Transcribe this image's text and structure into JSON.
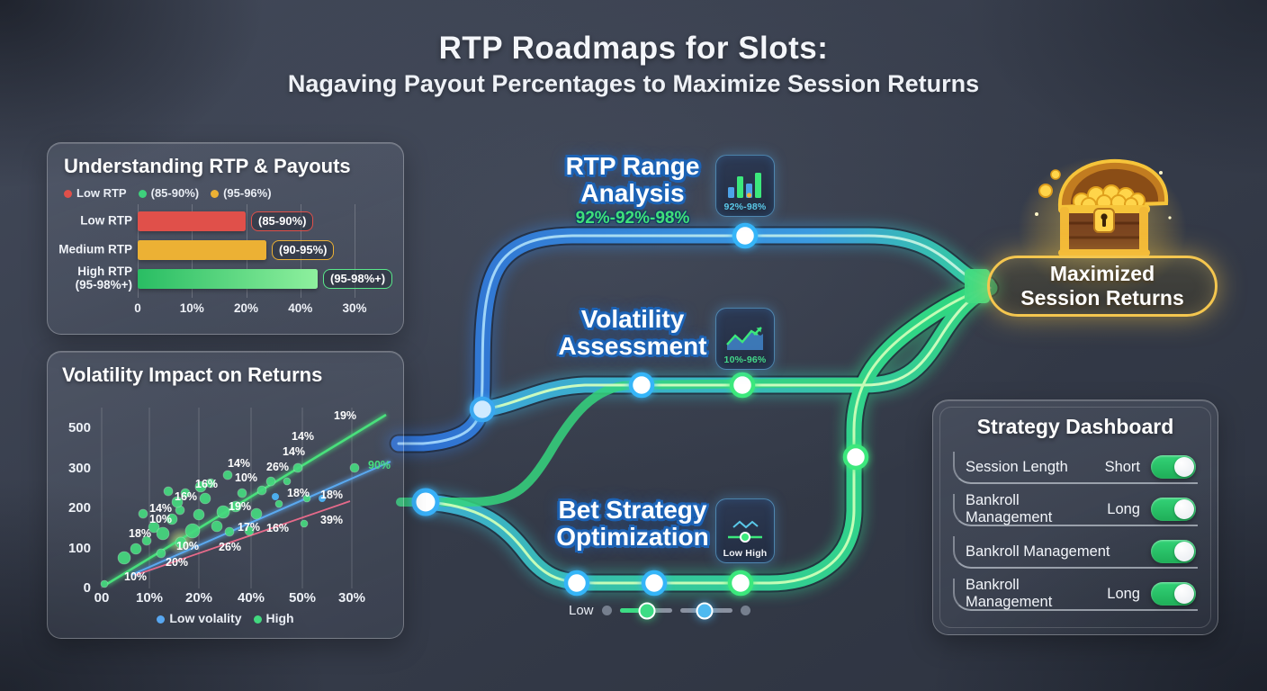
{
  "header": {
    "title": "RTP Roadmaps for Slots:",
    "subtitle": "Nagaving Payout Percentages to Maximize Session Returns"
  },
  "colors": {
    "road_blue": "#3b87dd",
    "road_green": "#2fcf84",
    "accent_gold": "#f4c64f",
    "bar_red": "#e0504a",
    "bar_yellow": "#ecb134",
    "bar_green": "#2ec56a",
    "toggle_green": "#27c468"
  },
  "rtp_panel": {
    "title": "Understanding RTP & Payouts",
    "legend": [
      {
        "label": "Low RTP",
        "color": "#e0504a"
      },
      {
        "label": "(85-90%)",
        "color": "#3ed17c"
      },
      {
        "label": "(95-96%)",
        "color": "#ecb134"
      }
    ],
    "chart_data": {
      "type": "bar",
      "orientation": "horizontal",
      "x_ticks": [
        "0",
        "10%",
        "20%",
        "40%",
        "30%"
      ],
      "bars": [
        {
          "label": "Low RTP",
          "value_label": "(85-90%)",
          "color": "#e0504a",
          "frac": 0.498
        },
        {
          "label": "Medium RTP",
          "value_label": "(90-95%)",
          "color": "#ecb134",
          "frac": 0.593
        },
        {
          "label": "High RTP\n(95-98%+)",
          "value_label": "(95-98%+)",
          "color": "#2ec56a",
          "frac": 0.83
        }
      ]
    }
  },
  "volatility_panel": {
    "title": "Volatility Impact on Returns",
    "legend": [
      {
        "label": "Low volality",
        "color": "#58a7f0"
      },
      {
        "label": "High",
        "color": "#42d97f"
      }
    ],
    "chart_data": {
      "type": "scatter",
      "y_ticks": [
        {
          "label": "500",
          "y": 84
        },
        {
          "label": "300",
          "y": 129
        },
        {
          "label": "200",
          "y": 173
        },
        {
          "label": "100",
          "y": 218
        },
        {
          "label": "0",
          "y": 262
        }
      ],
      "x_ticks": [
        {
          "label": "00",
          "x": 60
        },
        {
          "label": "10%",
          "x": 113
        },
        {
          "label": "20%",
          "x": 168
        },
        {
          "label": "40%",
          "x": 226
        },
        {
          "label": "50%",
          "x": 283
        },
        {
          "label": "30%",
          "x": 338
        }
      ],
      "grid_x": [
        60,
        113,
        168,
        226,
        283,
        338
      ],
      "lines": [
        {
          "name": "high-trend",
          "x1": 66,
          "y1": 258,
          "x2": 376,
          "y2": 70,
          "color": "#49e07c",
          "w": 2.6,
          "glow": true
        },
        {
          "name": "low-trend",
          "x1": 93,
          "y1": 248,
          "x2": 381,
          "y2": 122,
          "color": "#5aa9f0",
          "w": 2.0,
          "glow": true
        },
        {
          "name": "mid-trend",
          "x1": 98,
          "y1": 248,
          "x2": 336,
          "y2": 166,
          "color": "#e66a8a",
          "w": 1.8,
          "glow": false
        }
      ],
      "green_points": [
        [
          63,
          258,
          4
        ],
        [
          85,
          229,
          7
        ],
        [
          98,
          219,
          6
        ],
        [
          110,
          210,
          5
        ],
        [
          118,
          195,
          6
        ],
        [
          106,
          180,
          5
        ],
        [
          128,
          202,
          7
        ],
        [
          138,
          186,
          6
        ],
        [
          147,
          176,
          5
        ],
        [
          153,
          157,
          5
        ],
        [
          161,
          199,
          8
        ],
        [
          168,
          181,
          6
        ],
        [
          175,
          163,
          6
        ],
        [
          181,
          146,
          5
        ],
        [
          188,
          194,
          6
        ],
        [
          195,
          178,
          7
        ],
        [
          202,
          200,
          5
        ],
        [
          209,
          172,
          6
        ],
        [
          216,
          157,
          5
        ],
        [
          224,
          199,
          5
        ],
        [
          232,
          180,
          6
        ],
        [
          238,
          154,
          5
        ],
        [
          248,
          144,
          5
        ],
        [
          257,
          169,
          4
        ],
        [
          266,
          144,
          4
        ],
        [
          278,
          129,
          5
        ],
        [
          288,
          163,
          4
        ],
        [
          285,
          191,
          4
        ],
        [
          341,
          129,
          5
        ],
        [
          200,
          137,
          5
        ],
        [
          170,
          150,
          6
        ],
        [
          144,
          167,
          6
        ],
        [
          134,
          155,
          5
        ],
        [
          148,
          212,
          6
        ],
        [
          126,
          224,
          5
        ]
      ],
      "blue_points": [
        [
          253,
          161,
          4
        ],
        [
          305,
          163,
          4
        ]
      ],
      "point_labels": [
        {
          "t": "19%",
          "x": 318,
          "y": 75
        },
        {
          "t": "14%",
          "x": 271,
          "y": 98
        },
        {
          "t": "14%",
          "x": 261,
          "y": 115
        },
        {
          "t": "14%",
          "x": 200,
          "y": 128
        },
        {
          "t": "26%",
          "x": 243,
          "y": 132
        },
        {
          "t": "10%",
          "x": 208,
          "y": 144
        },
        {
          "t": "16%",
          "x": 164,
          "y": 151
        },
        {
          "t": "16%",
          "x": 141,
          "y": 165
        },
        {
          "t": "18%",
          "x": 266,
          "y": 161
        },
        {
          "t": "18%",
          "x": 303,
          "y": 163
        },
        {
          "t": "14%",
          "x": 113,
          "y": 178
        },
        {
          "t": "10%",
          "x": 113,
          "y": 190
        },
        {
          "t": "19%",
          "x": 201,
          "y": 176
        },
        {
          "t": "39%",
          "x": 303,
          "y": 191
        },
        {
          "t": "17%",
          "x": 211,
          "y": 199
        },
        {
          "t": "16%",
          "x": 243,
          "y": 200
        },
        {
          "t": "18%",
          "x": 90,
          "y": 206
        },
        {
          "t": "10%",
          "x": 143,
          "y": 220
        },
        {
          "t": "26%",
          "x": 190,
          "y": 221
        },
        {
          "t": "20%",
          "x": 131,
          "y": 238
        },
        {
          "t": "10%",
          "x": 85,
          "y": 254
        },
        {
          "t": "90%",
          "x": 356,
          "y": 130,
          "color": "#46e07f"
        }
      ]
    }
  },
  "roadmap": {
    "stops": [
      {
        "line1": "RTP Range",
        "line2": "Analysis",
        "subtitle": "92%-92%-98%",
        "icon": "bar-chart-icon",
        "icon_caption": "92%-98%"
      },
      {
        "line1": "Volatility",
        "line2": "Assessment",
        "subtitle": "",
        "icon": "line-chart-icon",
        "icon_caption": "10%-96%"
      },
      {
        "line1": "Bet Strategy",
        "line2": "Optimization",
        "subtitle": "",
        "icon": "slider-chart-icon",
        "icon_caption": "Low High"
      }
    ],
    "slider_label": "Low",
    "destination": {
      "line1": "Maximized",
      "line2": "Session Returns"
    }
  },
  "dashboard": {
    "title": "Strategy Dashboard",
    "rows": [
      {
        "label": "Session Length",
        "value": "Short",
        "toggle": "on"
      },
      {
        "label": "Bankroll Management",
        "value": "Long",
        "toggle": "on"
      },
      {
        "label": "Bankroll Management",
        "value": "",
        "toggle": "on"
      },
      {
        "label": "Bankroll Management",
        "value": "Long",
        "toggle": "on"
      }
    ]
  }
}
